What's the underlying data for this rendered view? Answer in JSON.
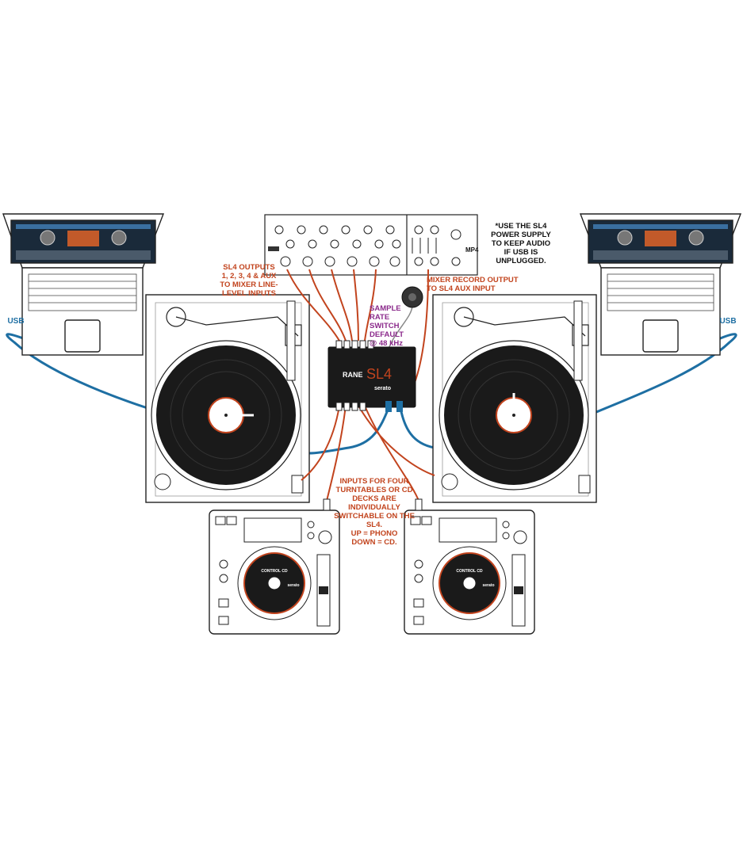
{
  "labels": {
    "usb_left": "USB",
    "usb_right": "USB",
    "sl4_outputs": "SL4 OUTPUTS\n1, 2, 3, 4 & AUX\nTO MIXER LINE-\nLEVEL INPUTS",
    "mixer_record": "MIXER RECORD OUTPUT\nTO SL4 AUX INPUT",
    "sample_rate": "SAMPLE\nRATE\nSWITCH\nDEFAULT\n@ 48 kHz",
    "power_note": "*USE THE SL4\nPOWER SUPPLY\nTO KEEP AUDIO\nIF USB IS\nUNPLUGGED.",
    "inputs_note": "INPUTS FOR FOUR\nTURNTABLES OR CD\nDECKS ARE INDIVIDUALLY\nSWITCHABLE ON THE SL4.\nUP = PHONO\nDOWN = CD."
  },
  "device": {
    "rane_logo": "RANE",
    "model": "SL4",
    "brand": "serato",
    "mixer_model": "MP4"
  },
  "cd_deck": {
    "platter_text": "CONTROL CD",
    "brand": "serato"
  },
  "colors": {
    "audio_cable": "#c2441e",
    "usb_cable": "#1e6fa3",
    "sample_rate_text": "#8b2a8b",
    "outline": "#222222",
    "record": "#1a1a1a"
  }
}
